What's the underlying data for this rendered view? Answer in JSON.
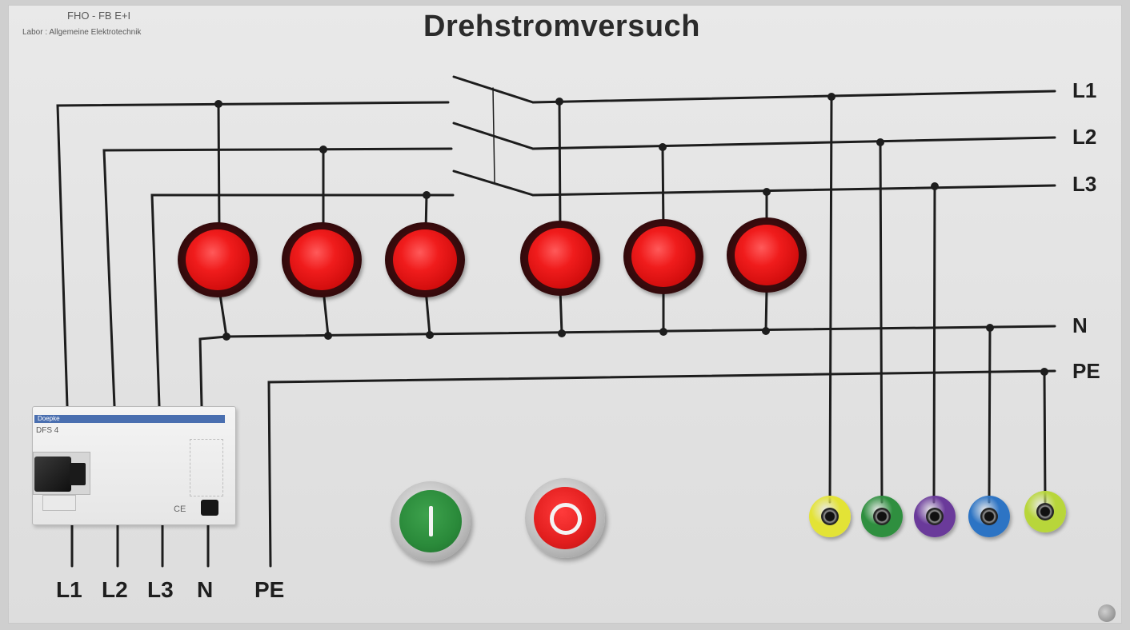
{
  "header": {
    "org": "FHO - FB E+I",
    "lab": "Labor : Allgemeine Elektrotechnik",
    "title": "Drehstromversuch"
  },
  "bus_labels": [
    "L1",
    "L2",
    "L3",
    "N",
    "PE"
  ],
  "bottom_labels": [
    "L1",
    "L2",
    "L3",
    "N",
    "PE"
  ],
  "rcd": {
    "brand": "Doepke",
    "type": "DFS 4",
    "ce_mark": "CE"
  },
  "lamps": [
    {
      "phase": "L1"
    },
    {
      "phase": "L2"
    },
    {
      "phase": "L3"
    },
    {
      "phase": "L1"
    },
    {
      "phase": "L2"
    },
    {
      "phase": "L3"
    }
  ],
  "buttons": [
    {
      "name": "on",
      "symbol": "I",
      "color": "#2a8a3a"
    },
    {
      "name": "off",
      "symbol": "O",
      "color": "#e21e1e"
    }
  ],
  "sockets": [
    {
      "conductor": "L1",
      "color": "#e3e336"
    },
    {
      "conductor": "L2",
      "color": "#2f8f3f"
    },
    {
      "conductor": "L3",
      "color": "#6a3a9a"
    },
    {
      "conductor": "N",
      "color": "#2d74c4"
    },
    {
      "conductor": "PE",
      "color": "#b8d63a"
    }
  ],
  "colors": {
    "wire": "#1d1d1d",
    "lamp_red": "#e21e1e",
    "panel": "#e6e6e6"
  }
}
